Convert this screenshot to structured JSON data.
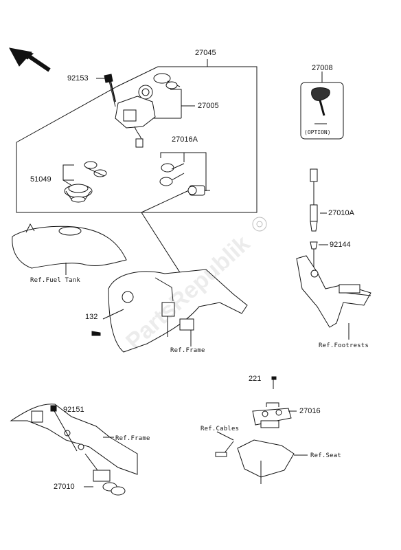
{
  "part_labels": {
    "p27045": "27045",
    "p92153": "92153",
    "p27005": "27005",
    "p27008": "27008",
    "p27016A": "27016A",
    "p51049": "51049",
    "p27010A": "27010A",
    "p92144": "92144",
    "p132": "132",
    "p221": "221",
    "p27016": "27016",
    "p92151": "92151",
    "p27010": "27010"
  },
  "references": {
    "fuel_tank": "Ref.Fuel Tank",
    "frame_center": "Ref.Frame",
    "footrests": "Ref.Footrests",
    "cables": "Ref.Cables",
    "seat": "Ref.Seat",
    "frame_left": "Ref.Frame"
  },
  "option_text": "(OPTION)",
  "watermark": "PartsRepublik",
  "colors": {
    "line": "#111111",
    "background": "#ffffff"
  },
  "icons": {
    "front_arrow": "direction-arrow-icon",
    "gear": "gear-icon"
  }
}
